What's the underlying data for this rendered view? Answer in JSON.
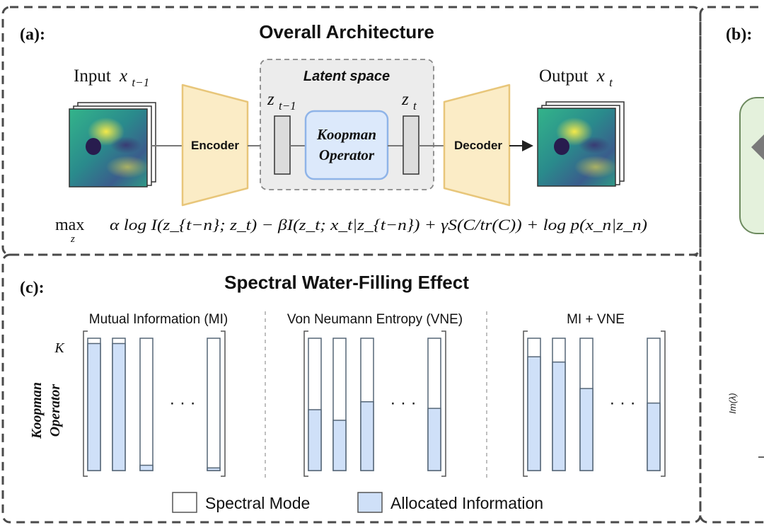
{
  "panel_a": {
    "tag": "(a):",
    "title": "Overall Architecture",
    "input_label": "Input",
    "input_var": "x",
    "input_sub": "t−1",
    "output_label": "Output",
    "output_var": "x",
    "output_sub": "t",
    "latent_title": "Latent space",
    "z_prev": "z",
    "z_prev_sub": "t−1",
    "z_cur": "z",
    "z_cur_sub": "t",
    "encoder": "Encoder",
    "decoder": "Decoder",
    "koopman_line1": "Koopman",
    "koopman_line2": "Operator",
    "objective": {
      "max": "max",
      "max_sub": "z",
      "body": "α log I(z_{t−n}; z_t) − βI(z_t; x_t|z_{t−n}) + γS(C/tr(C)) + log p(x_n|z_n)"
    }
  },
  "panel_b": {
    "tag": "(b):",
    "axis_label": "Im(λ)"
  },
  "panel_c": {
    "tag": "(c):",
    "title": "Spectral Water-Filling Effect",
    "side_label_line1": "Koopman",
    "side_label_line2": "Operator",
    "side_symbol": "K",
    "groups": [
      {
        "title": "Mutual Information (MI)",
        "fills": [
          0.96,
          0.96,
          0.04,
          0.02
        ]
      },
      {
        "title": "Von Neumann Entropy (VNE)",
        "fills": [
          0.46,
          0.38,
          0.52,
          0.47
        ]
      },
      {
        "title": "MI + VNE",
        "fills": [
          0.86,
          0.82,
          0.62,
          0.51
        ]
      }
    ],
    "ellipsis": "· · ·",
    "legend": {
      "mode": "Spectral Mode",
      "info": "Allocated Information"
    }
  },
  "colors": {
    "dashed_border": "#4a4a4a",
    "encoder_fill": "#fbecc6",
    "encoder_stroke": "#e8c67a",
    "latent_fill": "#ececec",
    "koopman_fill": "#dce9fb",
    "koopman_stroke": "#8fb4e8",
    "bar_fill": "#cfe0f8",
    "bar_stroke": "#556677",
    "green_panel": "#e4f1dc"
  }
}
